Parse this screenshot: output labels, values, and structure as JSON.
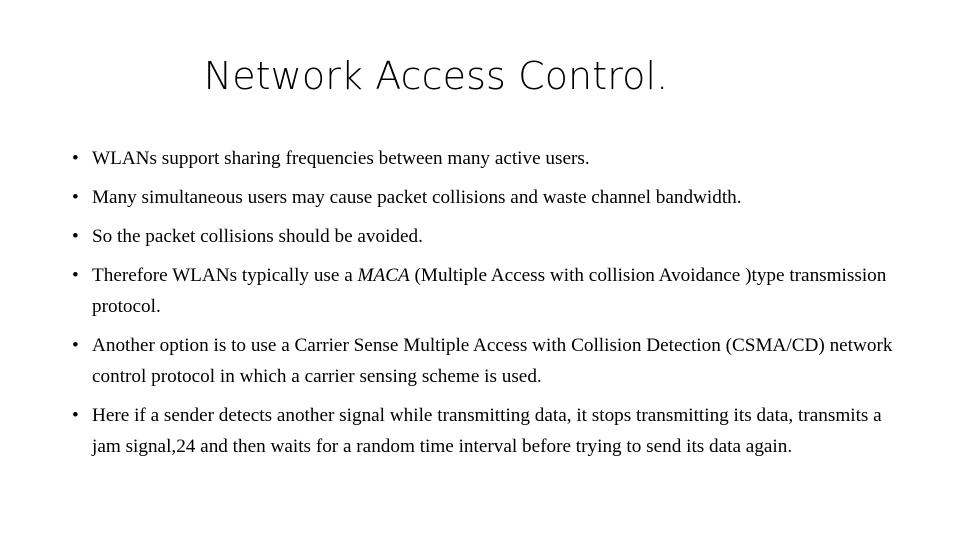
{
  "slide": {
    "title": "Network Access Control.",
    "bullet_marker": "•",
    "bullets": [
      {
        "id": "bullet-wlans-support-sharing",
        "text": "WLANs support sharing frequencies between many active users."
      },
      {
        "id": "bullet-many-simultaneous-users",
        "text": "Many simultaneous users may cause packet collisions and waste channel bandwidth."
      },
      {
        "id": "bullet-collisions-avoided",
        "text": "So the packet collisions should be avoided."
      },
      {
        "id": "bullet-maca-protocol",
        "text_before_italic": " Therefore WLANs typically use a ",
        "italic_term": "MACA",
        "text_after_italic": " (Multiple Access with collision Avoidance )type transmission protocol."
      },
      {
        "id": "bullet-csma-cd",
        "text": "Another option is to use a Carrier Sense Multiple Access with Collision Detection (CSMA/CD) network control protocol in which a carrier sensing scheme is used."
      },
      {
        "id": "bullet-jam-signal",
        "text": "Here if a sender detects another signal while transmitting data, it stops transmitting its data, transmits a jam signal,24 and then waits for a random time interval before trying to send its data again."
      }
    ]
  },
  "colors": {
    "background": "#ffffff",
    "text": "#000000"
  }
}
